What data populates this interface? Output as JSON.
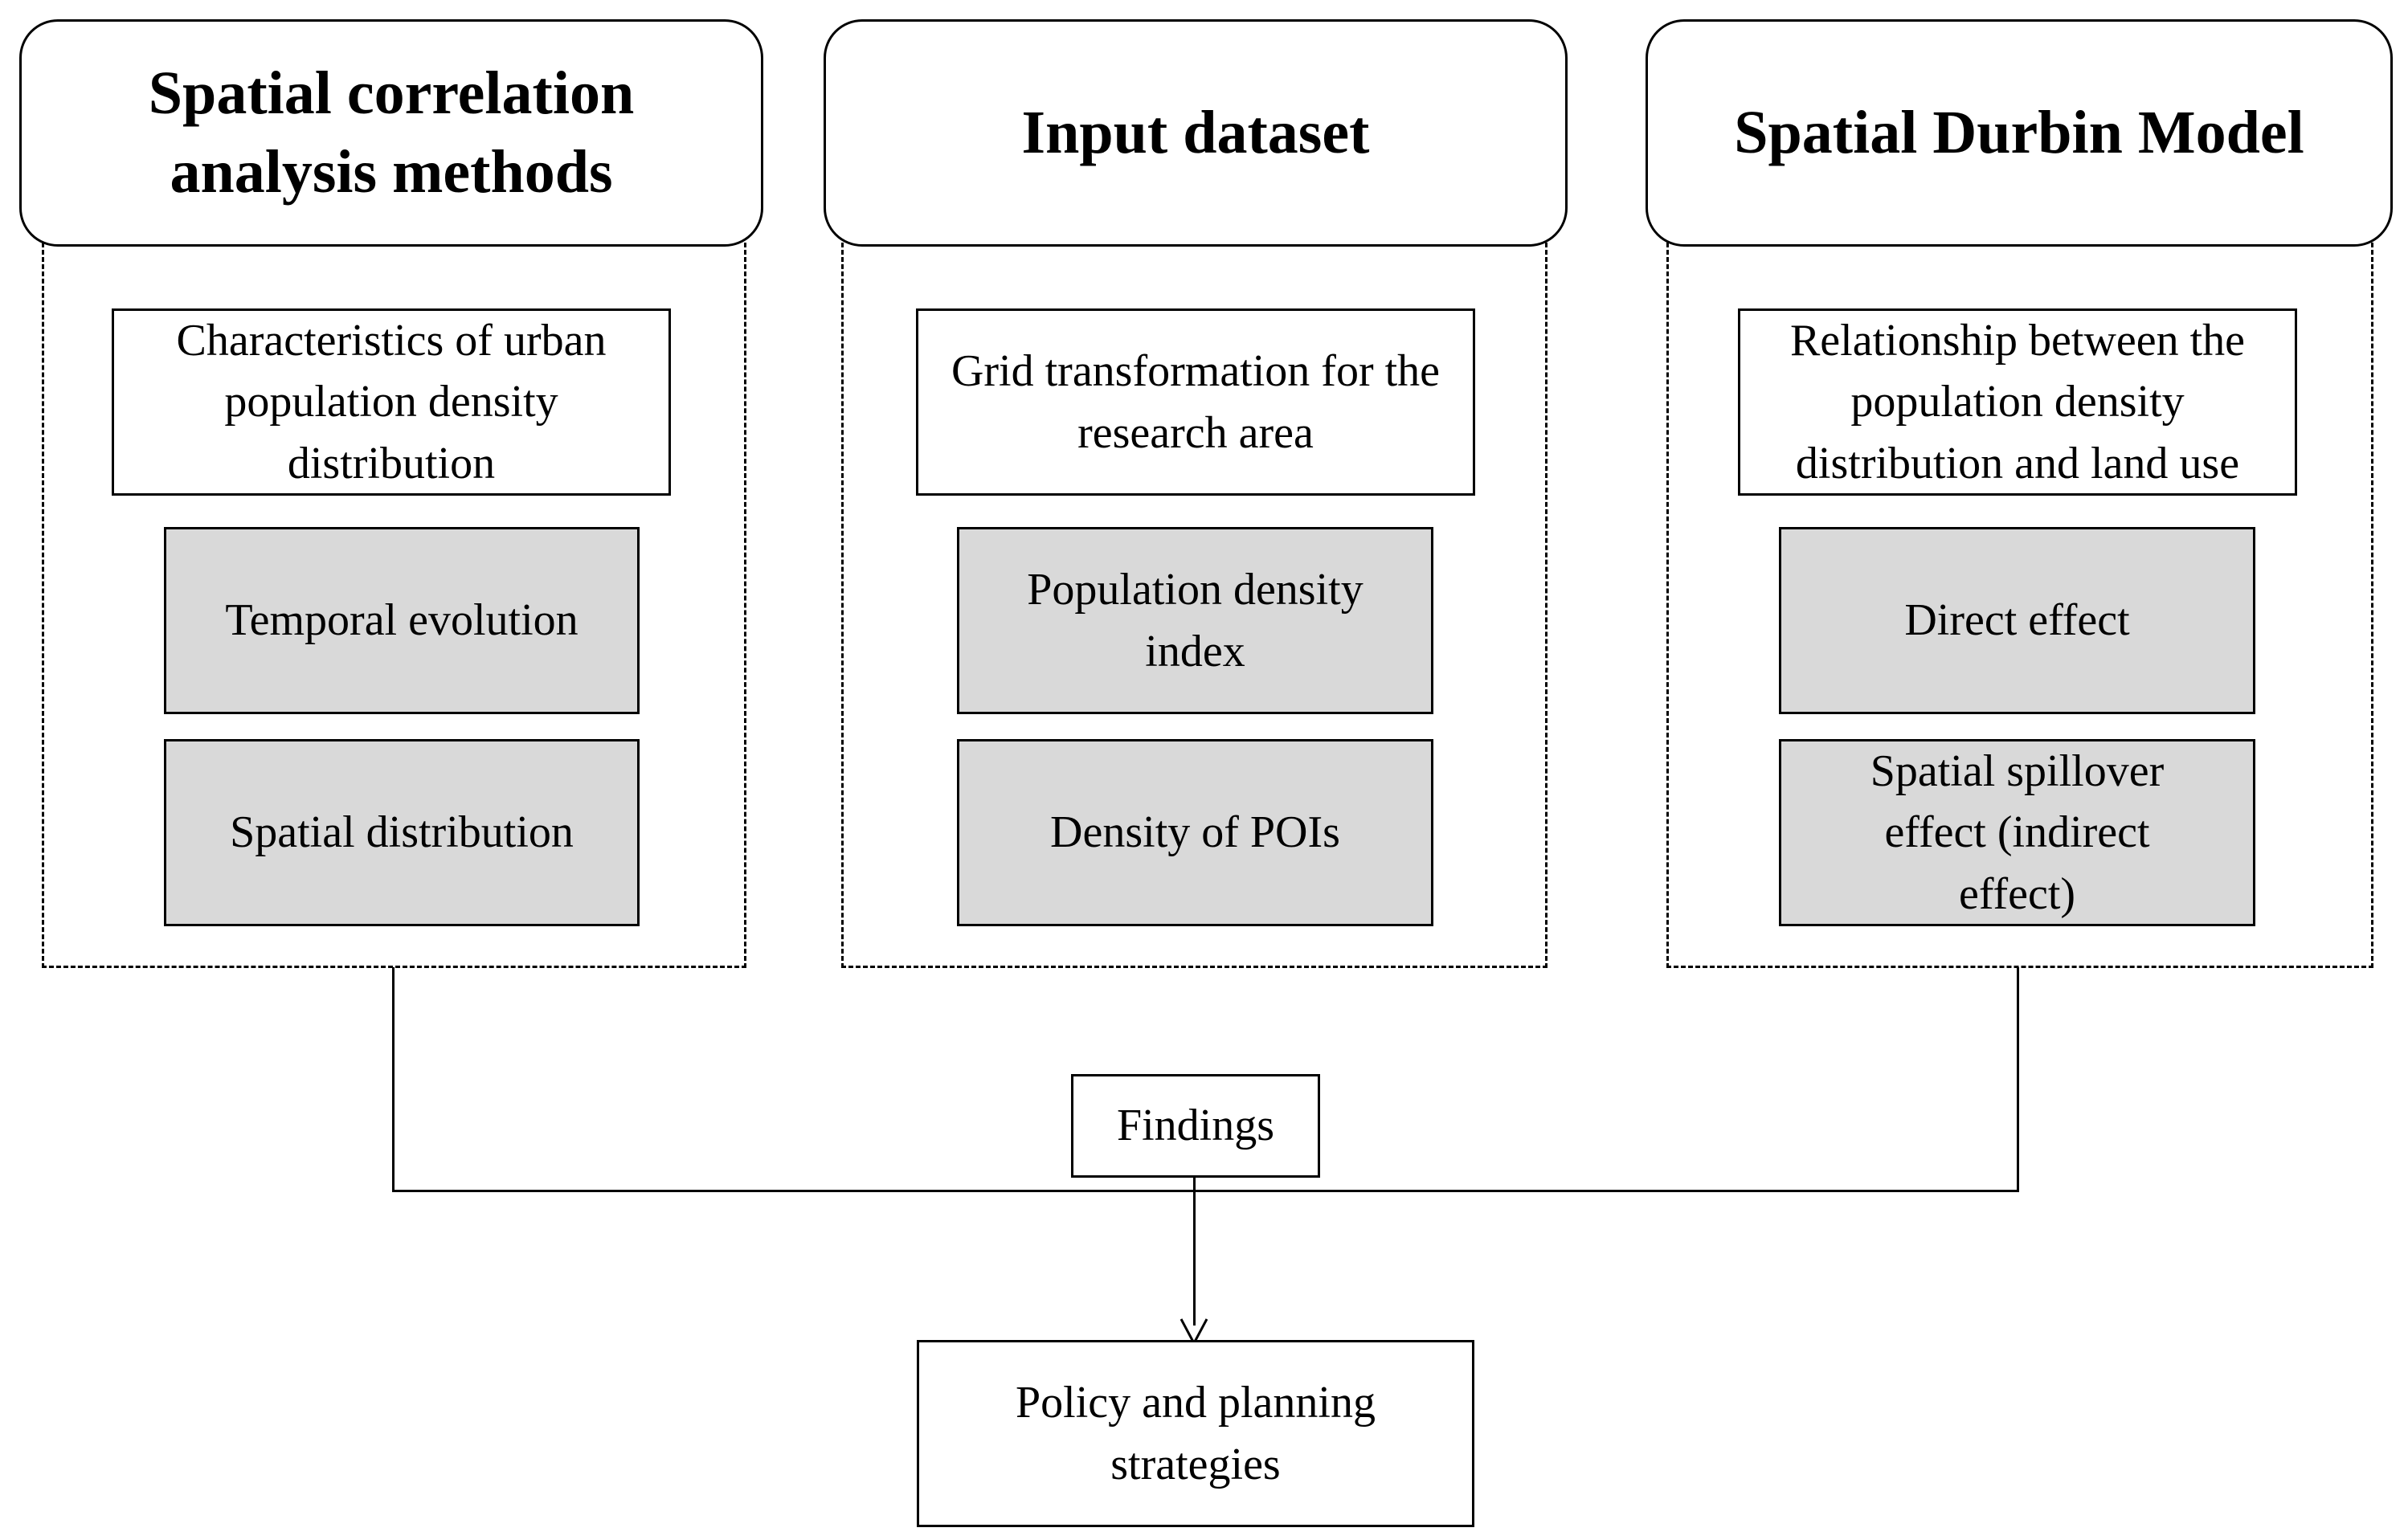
{
  "columns": [
    {
      "header": "Spatial correlation analysis methods",
      "subtitle": "Characteristics of urban population density distribution",
      "items": [
        "Temporal evolution",
        "Spatial distribution"
      ]
    },
    {
      "header": "Input dataset",
      "subtitle": "Grid transformation for the research area",
      "items": [
        "Population density index",
        "Density of POIs"
      ]
    },
    {
      "header": "Spatial Durbin Model",
      "subtitle": "Relationship between the population density distribution and land use",
      "items": [
        "Direct effect",
        "Spatial spillover effect (indirect effect)"
      ]
    }
  ],
  "findings": "Findings",
  "policy": "Policy and planning strategies"
}
